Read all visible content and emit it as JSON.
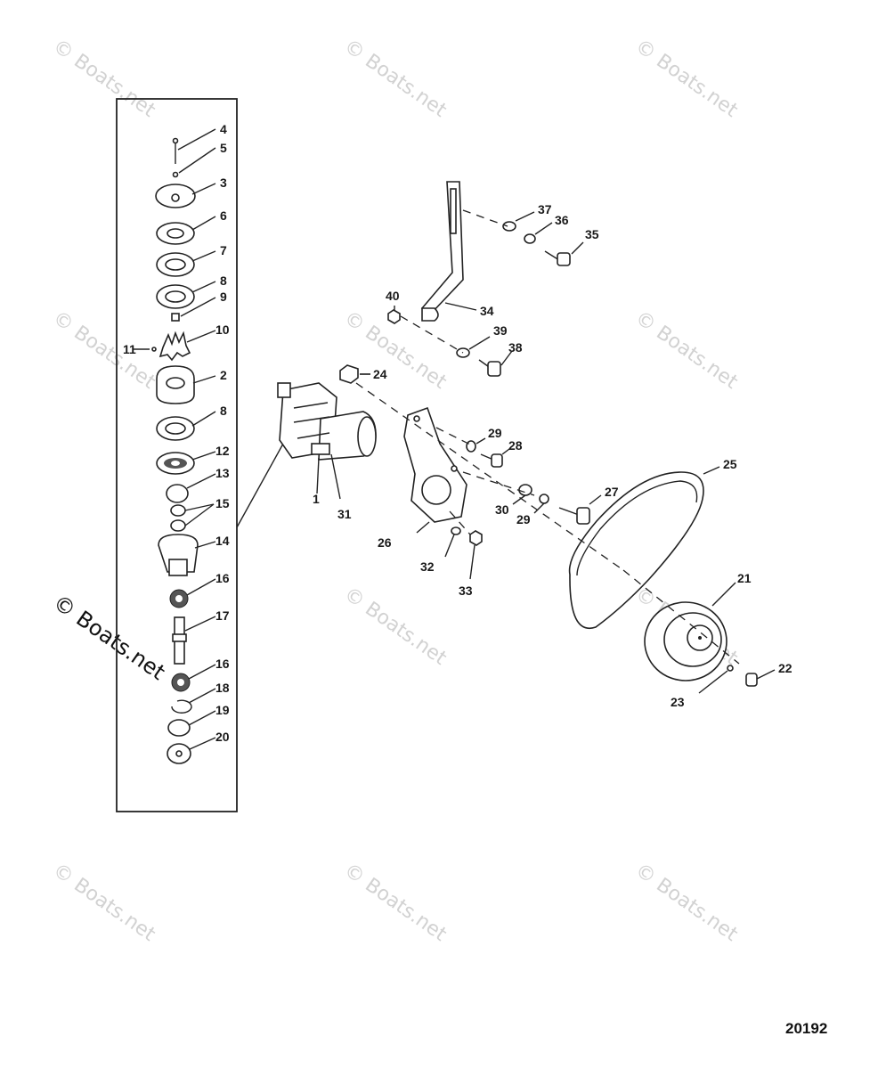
{
  "watermark": {
    "small": "© Boats.net",
    "large": "© Boats.net"
  },
  "figure_number": "20192",
  "callouts": {
    "c1": "1",
    "c2": "2",
    "c3": "3",
    "c4": "4",
    "c5": "5",
    "c6": "6",
    "c7": "7",
    "c8a": "8",
    "c8b": "8",
    "c9": "9",
    "c10": "10",
    "c11": "11",
    "c12": "12",
    "c13": "13",
    "c14": "14",
    "c15": "15",
    "c16a": "16",
    "c16b": "16",
    "c17": "17",
    "c18": "18",
    "c19": "19",
    "c20": "20",
    "c21": "21",
    "c22": "22",
    "c23": "23",
    "c24": "24",
    "c25": "25",
    "c26": "26",
    "c27": "27",
    "c28": "28",
    "c29a": "29",
    "c29b": "29",
    "c30": "30",
    "c31": "31",
    "c32": "32",
    "c33": "33",
    "c34": "34",
    "c35": "35",
    "c36": "36",
    "c37": "37",
    "c38": "38",
    "c39": "39",
    "c40": "40"
  }
}
